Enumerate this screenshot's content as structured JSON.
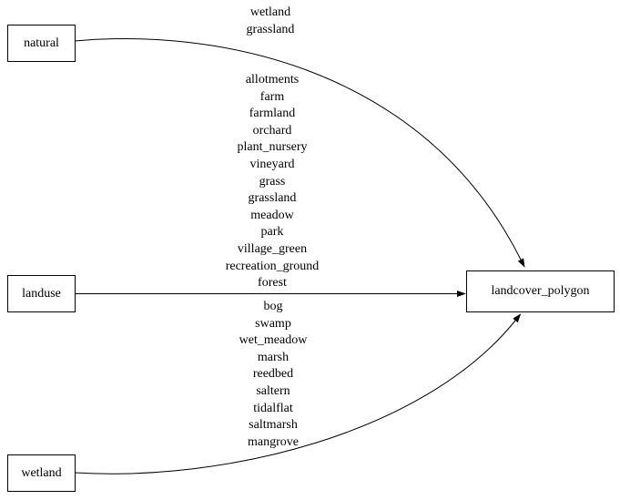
{
  "diagram": {
    "type": "directed-graph",
    "colors": {
      "background": "#ffffff",
      "node_border": "#000000",
      "node_fill": "#ffffff",
      "edge": "#000000",
      "text": "#000000"
    },
    "nodes": {
      "natural": {
        "label": "natural"
      },
      "landuse": {
        "label": "landuse"
      },
      "wetland": {
        "label": "wetland"
      },
      "landcover_polygon": {
        "label": "landcover_polygon"
      }
    },
    "edges": [
      {
        "from": "natural",
        "to": "landcover_polygon",
        "label_lines": [
          "wetland",
          "grassland"
        ]
      },
      {
        "from": "landuse",
        "to": "landcover_polygon",
        "label_lines": [
          "allotments",
          "farm",
          "farmland",
          "orchard",
          "plant_nursery",
          "vineyard",
          "grass",
          "grassland",
          "meadow",
          "park",
          "village_green",
          "recreation_ground",
          "forest"
        ]
      },
      {
        "from": "wetland",
        "to": "landcover_polygon",
        "label_lines": [
          "bog",
          "swamp",
          "wet_meadow",
          "marsh",
          "reedbed",
          "saltern",
          "tidalflat",
          "saltmarsh",
          "mangrove"
        ]
      }
    ]
  }
}
